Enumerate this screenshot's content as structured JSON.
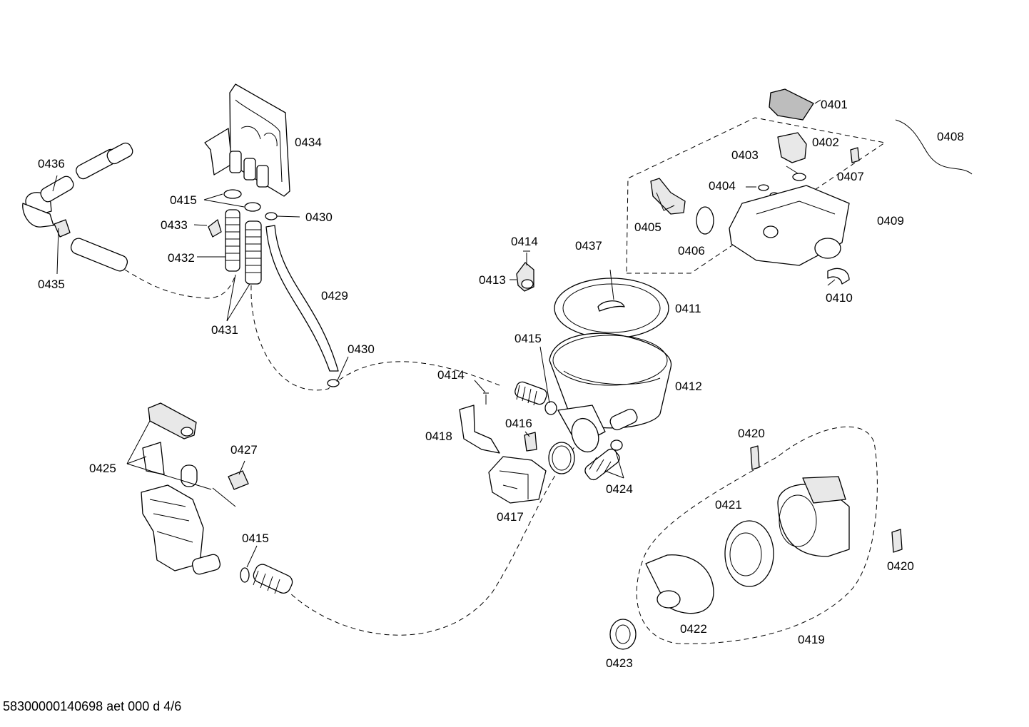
{
  "labels": {
    "p0401": "0401",
    "p0402": "0402",
    "p0403": "0403",
    "p0404": "0404",
    "p0405": "0405",
    "p0406": "0406",
    "p0407": "0407",
    "p0408": "0408",
    "p0409": "0409",
    "p0410": "0410",
    "p0411": "0411",
    "p0412": "0412",
    "p0413": "0413",
    "p0414a": "0414",
    "p0414b": "0414",
    "p0415a": "0415",
    "p0415b": "0415",
    "p0415c": "0415",
    "p0416": "0416",
    "p0417": "0417",
    "p0418": "0418",
    "p0419": "0419",
    "p0420a": "0420",
    "p0420b": "0420",
    "p0421": "0421",
    "p0422": "0422",
    "p0423": "0423",
    "p0424": "0424",
    "p0425": "0425",
    "p0427": "0427",
    "p0429": "0429",
    "p0430a": "0430",
    "p0430b": "0430",
    "p0431": "0431",
    "p0432": "0432",
    "p0433": "0433",
    "p0434": "0434",
    "p0435": "0435",
    "p0436": "0436",
    "p0437": "0437"
  },
  "footer": {
    "drawing_id": "58300000140698 aet 000 d 4/6"
  }
}
